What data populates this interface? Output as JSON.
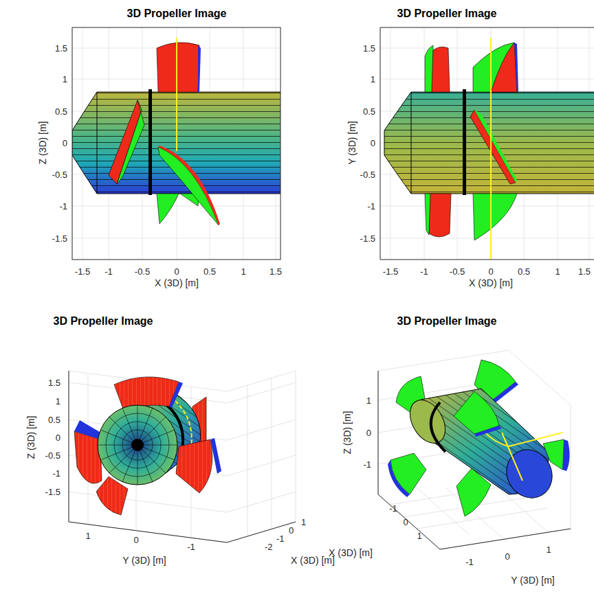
{
  "diagram": {
    "labels": [
      "3D Propeller Image",
      "1.5",
      "1",
      "0.5",
      "0",
      "-0.5",
      "-1",
      "-1.5",
      "Z (3D) [m]",
      "-1.5",
      "-1",
      "-0.5",
      "0",
      "0.5",
      "1",
      "1.5",
      "X (3D) [m]",
      "3D Propeller Image",
      "1.5",
      "1",
      "0.5",
      "0",
      "-0.5",
      "-1",
      "-1.5",
      "Y (3D) [m]",
      "-1.5",
      "-1",
      "-0.5",
      "0",
      "0.5",
      "1",
      "1.5",
      "X (3D) [m]",
      "3D Propeller Image",
      "1.5",
      "1",
      "0.5",
      "0",
      "-0.5",
      "-1",
      "-1.5",
      "Z (3D) [m]",
      "1",
      "0",
      "-1",
      "Y (3D) [m]",
      "1",
      "0",
      "-1",
      "-2",
      "X (3D) [m]",
      "3D Propeller Image",
      "1",
      "0",
      "-1",
      "Z (3D) [m]",
      "X (3D) [m]",
      "-1",
      "0",
      "1",
      "-1",
      "0",
      "1",
      "Y (3D) [m]"
    ]
  }
}
